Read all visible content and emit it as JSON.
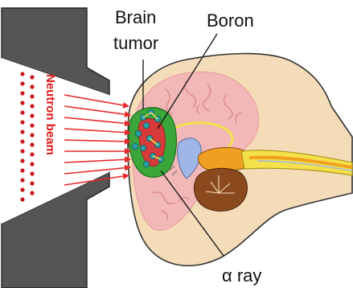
{
  "labels": {
    "brain_tumor_line1": "Brain",
    "brain_tumor_line2": "tumor",
    "boron": "Boron",
    "alpha_ray": "α ray",
    "neutron_beam": "Neutron beam"
  },
  "colors": {
    "collimator": "#555555",
    "beam": "#e8282b",
    "head_skin": "#f5dcb8",
    "brain": "#f2b8b8",
    "tumor": "#3aa63a",
    "tumor_core": "#d63a3a",
    "boron_atom": "#2aa0a8",
    "cerebellum": "#8a4a1e",
    "brainstem": "#f0a020",
    "spinal": "#f4e04a",
    "ventricle": "#9fb6e6",
    "outline": "#333333"
  }
}
